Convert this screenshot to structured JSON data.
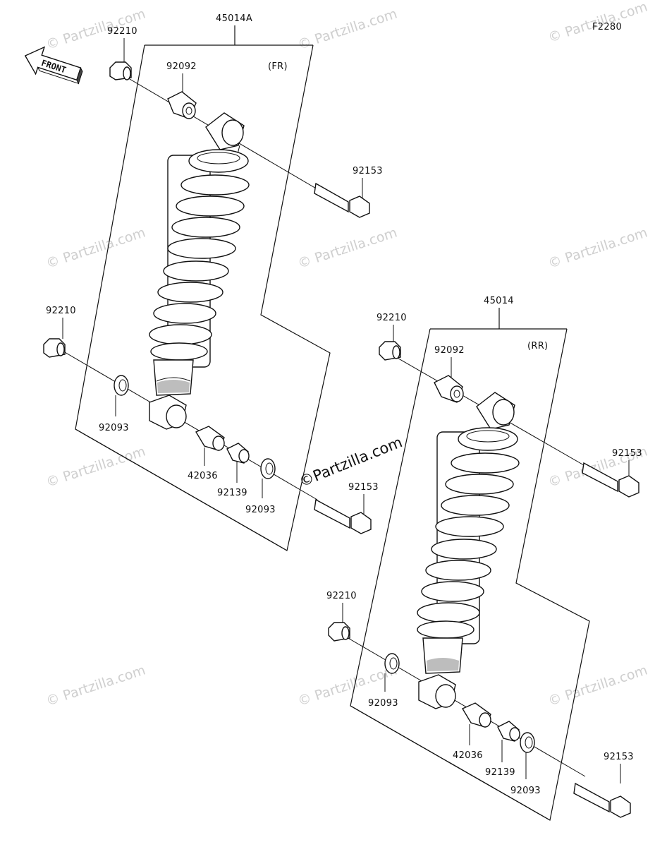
{
  "figure_code": "F2280",
  "front_label": "FRONT",
  "front_assembly": {
    "assembly_part_no": "45014A",
    "position": "(FR)",
    "labels": [
      "92210",
      "92092",
      "92153",
      "92210",
      "92093",
      "42036",
      "92139",
      "92093",
      "92153"
    ]
  },
  "rear_assembly": {
    "assembly_part_no": "45014",
    "position": "(RR)",
    "labels": [
      "92210",
      "92092",
      "92153",
      "92210",
      "92093",
      "42036",
      "92139",
      "92093",
      "92153"
    ]
  },
  "watermark_main": "©Partzilla.com",
  "watermark_faint": "© Partzilla.com",
  "colors": {
    "ink": "#111111",
    "watermark": "#cfcfcf",
    "shade": "#bdbdbd"
  }
}
